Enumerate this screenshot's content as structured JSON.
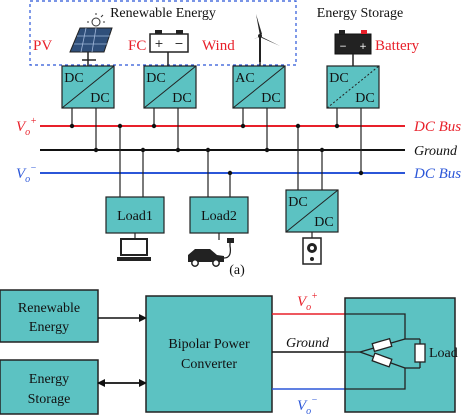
{
  "top": {
    "renewable_title": "Renewable Energy",
    "storage_title": "Energy Storage",
    "sources": {
      "pv": "PV",
      "fc": "FC",
      "wind": "Wind",
      "battery": "Battery"
    },
    "converters": [
      {
        "top": "DC",
        "bottom": "DC"
      },
      {
        "top": "DC",
        "bottom": "DC"
      },
      {
        "top": "AC",
        "bottom": "DC"
      },
      {
        "top": "DC",
        "bottom": "DC"
      }
    ],
    "buses": {
      "pos_label": "V",
      "pos_sub": "o",
      "pos_sup": "+",
      "pos_name": "DC Bus",
      "ground_name": "Ground",
      "neg_label": "V",
      "neg_sub": "o",
      "neg_sup": "−",
      "neg_name": "DC Bus"
    },
    "loads": [
      "Load1",
      "Load2"
    ],
    "load_converter": {
      "top": "DC",
      "bottom": "DC"
    },
    "caption": "(a)"
  },
  "bottom": {
    "renewable_line1": "Renewable",
    "renewable_line2": "Energy",
    "storage_line1": "Energy",
    "storage_line2": "Storage",
    "converter_line1": "Bipolar Power",
    "converter_line2": "Converter",
    "pos_label": "V",
    "pos_sub": "o",
    "pos_sup": "+",
    "ground": "Ground",
    "neg_label": "V",
    "neg_sub": "o",
    "neg_sup": "−",
    "load": "Load"
  },
  "colors": {
    "box_fill": "#5cc2c2",
    "pos_bus": "#e8202a",
    "neg_bus": "#2b56d8",
    "dashed_frame": "#2b56d8"
  }
}
